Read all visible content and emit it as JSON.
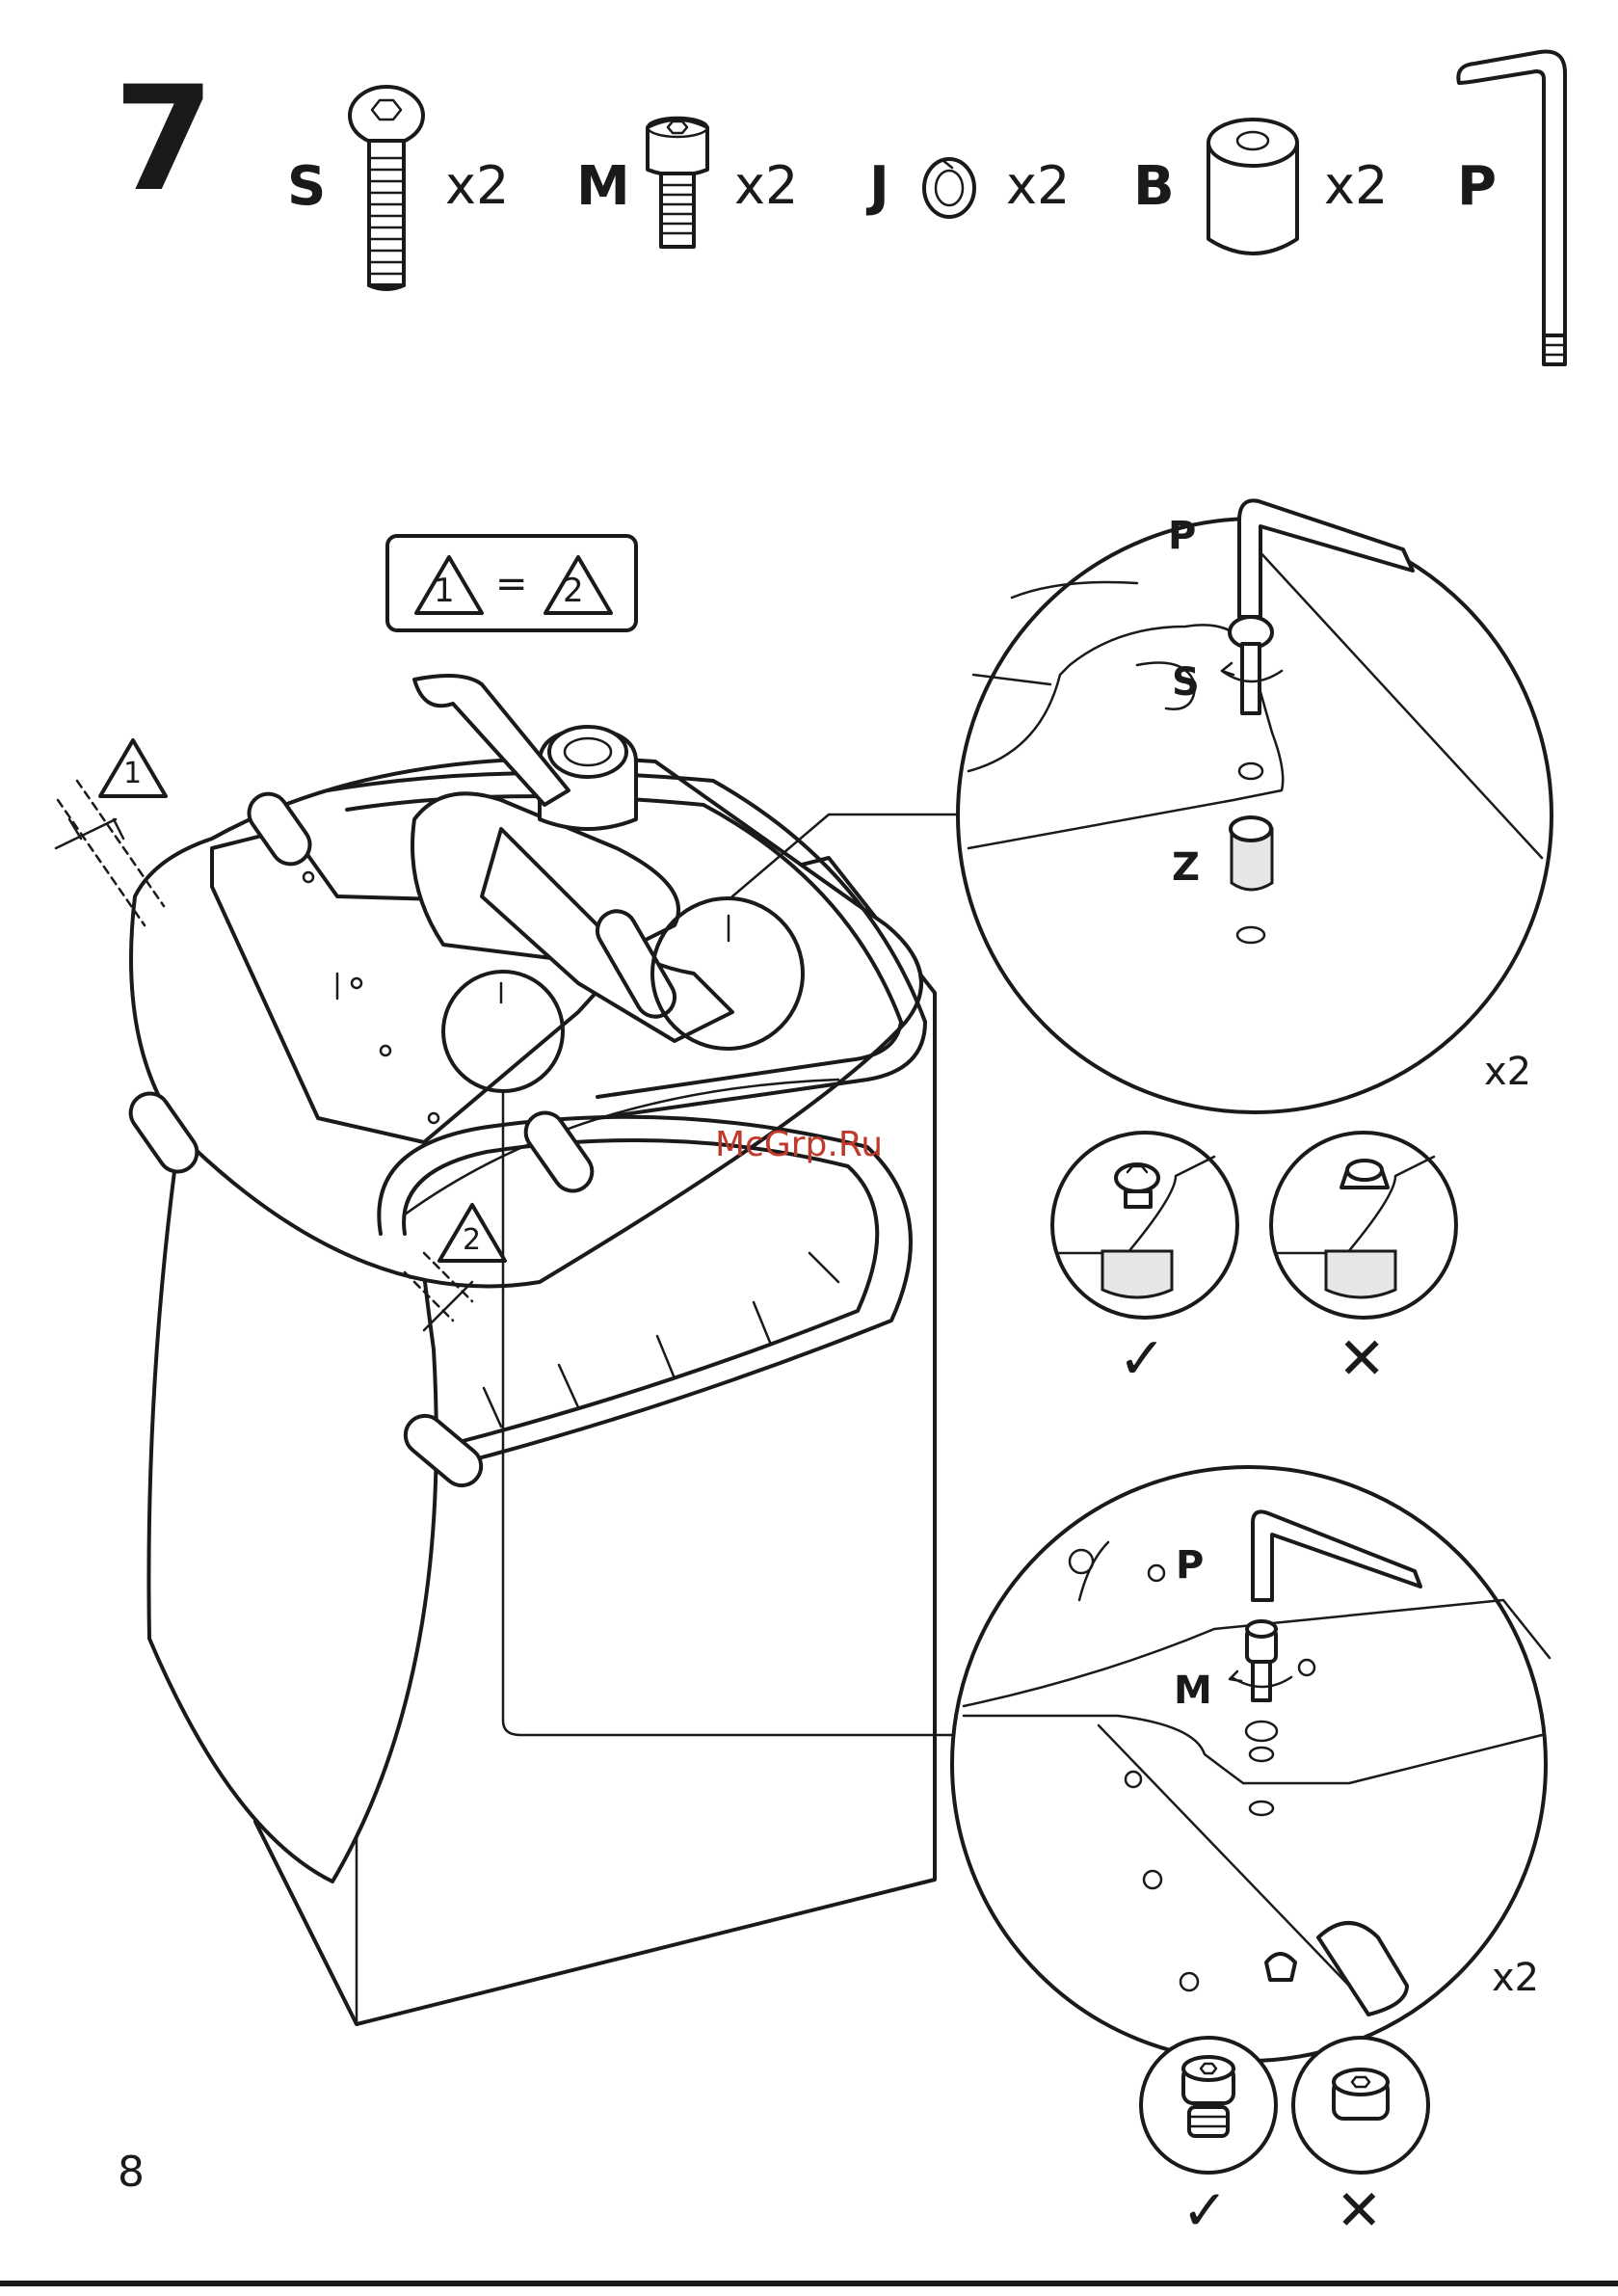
{
  "step": {
    "number": "7"
  },
  "parts": [
    {
      "letter": "S",
      "qty": "x2",
      "icon": "bolt-icon"
    },
    {
      "letter": "M",
      "qty": "x2",
      "icon": "socket-screw-icon"
    },
    {
      "letter": "J",
      "qty": "x2",
      "icon": "spring-washer-icon"
    },
    {
      "letter": "B",
      "qty": "x2",
      "icon": "spacer-icon"
    },
    {
      "letter": "P",
      "qty": "",
      "icon": "hex-key-icon"
    }
  ],
  "note": {
    "left_warning": "1",
    "equals": "=",
    "right_warning": "2"
  },
  "diagram": {
    "warning_1": "1",
    "warning_2": "2"
  },
  "detail_top": {
    "tool": "P",
    "bolt": "S",
    "spacer": "Z",
    "repeat": "x2"
  },
  "detail_bottom": {
    "tool": "P",
    "screw": "M",
    "repeat": "x2"
  },
  "checks": {
    "correct": "✓",
    "wrong": "✕"
  },
  "watermark": "McGrp.Ru",
  "page": {
    "number": "8"
  }
}
